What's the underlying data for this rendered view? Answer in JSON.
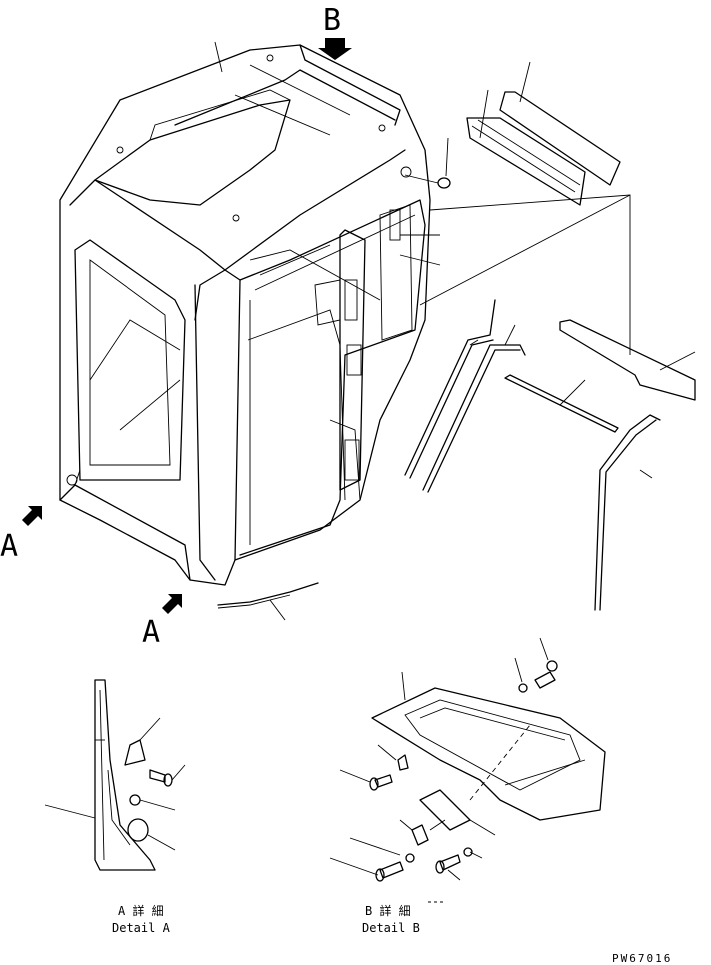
{
  "view_labels": {
    "top_arrow": "B",
    "left_arrow": "A",
    "bottom_arrow": "A"
  },
  "details": {
    "a_jp": "A 詳 細",
    "a_en": "Detail A",
    "b_jp": "B 詳 細",
    "b_en": "Detail B"
  },
  "drawing_number": "PW67016"
}
